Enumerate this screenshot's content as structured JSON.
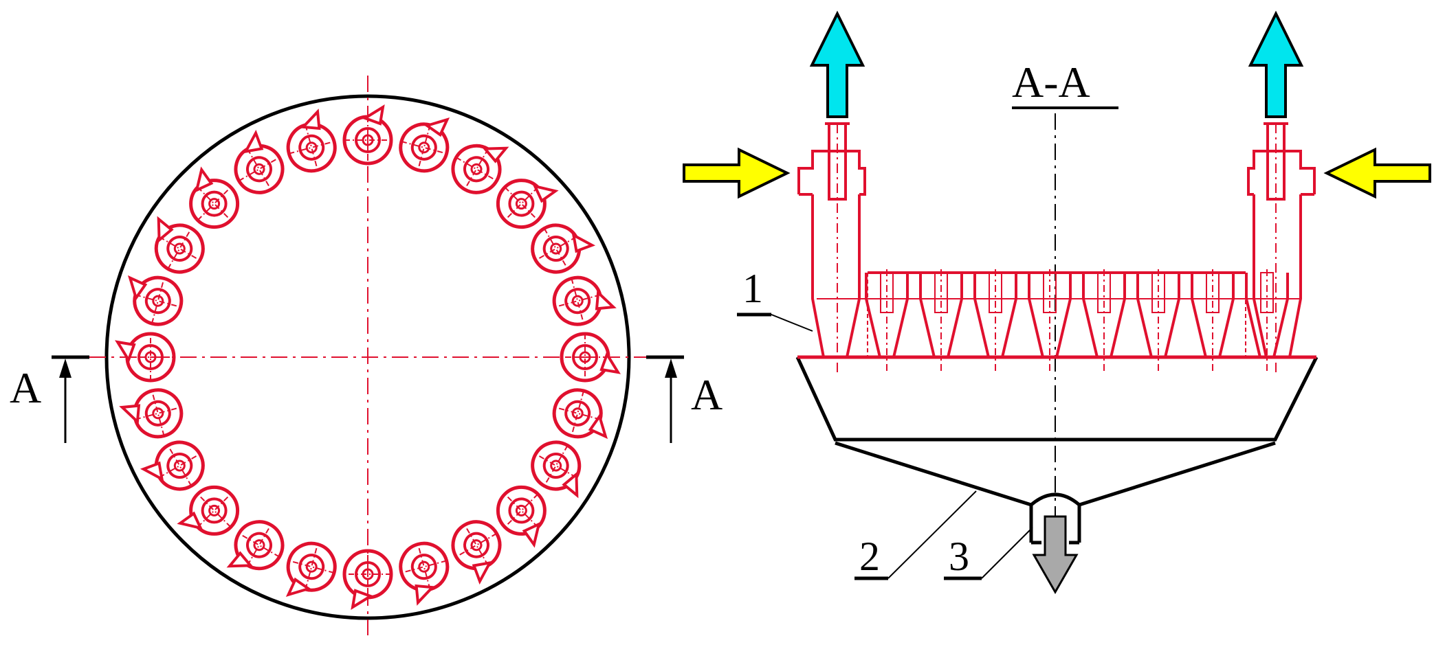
{
  "labels": {
    "section_left": "A",
    "section_right": "A",
    "section_title": "A-A",
    "part_1": "1",
    "part_2": "2",
    "part_3": "3"
  },
  "plan_view": {
    "cyclone_count": 24
  },
  "section_view": {
    "cyclone_count": 8
  },
  "colors": {
    "outline": "#000000",
    "cyclone": "#e0102e",
    "outlet_arrow": "#00e5ee",
    "inlet_arrow": "#ffff00",
    "discharge_arrow": "#a9a9a9"
  }
}
